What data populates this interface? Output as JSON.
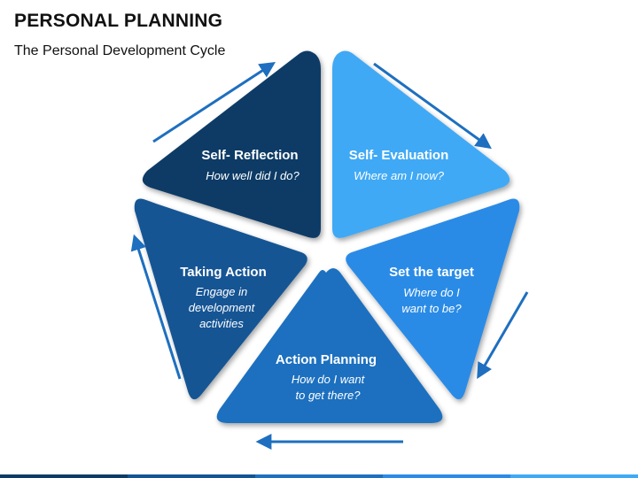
{
  "header": {
    "title": "PERSONAL PLANNING",
    "subtitle": "The Personal Development Cycle"
  },
  "segments": [
    {
      "title": "Self- Reflection",
      "lines": [
        "How well did I do?"
      ],
      "color": "#0d3b66"
    },
    {
      "title": "Self- Evaluation",
      "lines": [
        "Where am I now?"
      ],
      "color": "#3fa9f5"
    },
    {
      "title": "Set the target",
      "lines": [
        "Where do I",
        "want to be?"
      ],
      "color": "#2b8be6"
    },
    {
      "title": "Action Planning",
      "lines": [
        "How do I want",
        "to get there?"
      ],
      "color": "#1e6fbf"
    },
    {
      "title": "Taking Action",
      "lines": [
        "Engage in",
        "development",
        "activities"
      ],
      "color": "#135494"
    }
  ],
  "arrow_color": "#1e6fbf",
  "bottom_bar_colors": [
    "#0d3b66",
    "#135494",
    "#1e6fbf",
    "#2b8be6",
    "#3fa9f5"
  ]
}
